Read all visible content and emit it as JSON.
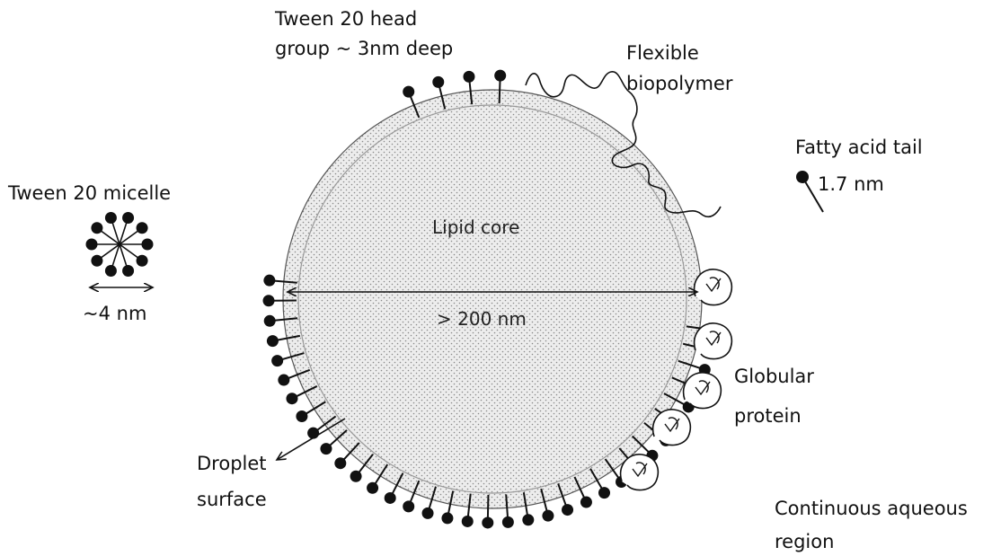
{
  "labels": {
    "head_group_line1": "Tween 20 head",
    "head_group_line2": "group ~ 3nm deep",
    "biopolymer_line1": "Flexible",
    "biopolymer_line2": "biopolymer",
    "fatty_acid": "Fatty acid tail",
    "fatty_acid_length": "1.7 nm",
    "micelle": "Tween 20 micelle",
    "micelle_size": "~4 nm",
    "core": "Lipid core",
    "diameter": "> 200 nm",
    "protein_line1": "Globular",
    "protein_line2": "protein",
    "surface_line1": "Droplet",
    "surface_line2": "surface",
    "aqueous_line1": "Continuous aqueous",
    "aqueous_line2": "region"
  },
  "colors": {
    "stroke": "#111111",
    "core_fill": "#e6e6e6",
    "dots": "#8a8a8a"
  }
}
